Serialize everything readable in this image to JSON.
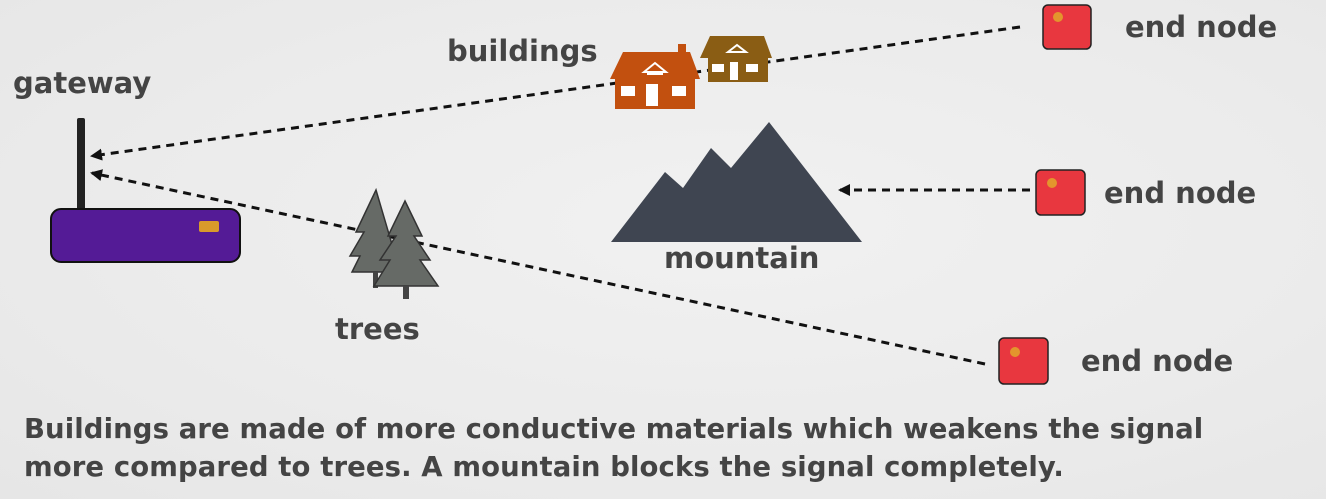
{
  "labels": {
    "gateway": "gateway",
    "buildings": "buildings",
    "mountain": "mountain",
    "trees": "trees",
    "end_node_1": "end node",
    "end_node_2": "end node",
    "end_node_3": "end node"
  },
  "caption": {
    "line1": "Buildings are made of more conductive materials which weakens the signal",
    "line2": "more compared to trees. A mountain blocks the signal completely."
  },
  "colors": {
    "background": "#ebebeb",
    "text": "#444444",
    "gateway_body": "#541b96",
    "gateway_led": "#d99a2b",
    "end_node": "#e8373f",
    "end_node_dot": "#e3952d",
    "mountain": "#3f4551",
    "tree": "#666a66",
    "building_left": "#c2500f",
    "building_right": "#8a5d14"
  },
  "icons": {
    "gateway": "router-icon",
    "buildings": "houses-icon",
    "mountain": "mountain-icon",
    "trees": "pine-trees-icon",
    "end_node": "sensor-node-icon"
  }
}
